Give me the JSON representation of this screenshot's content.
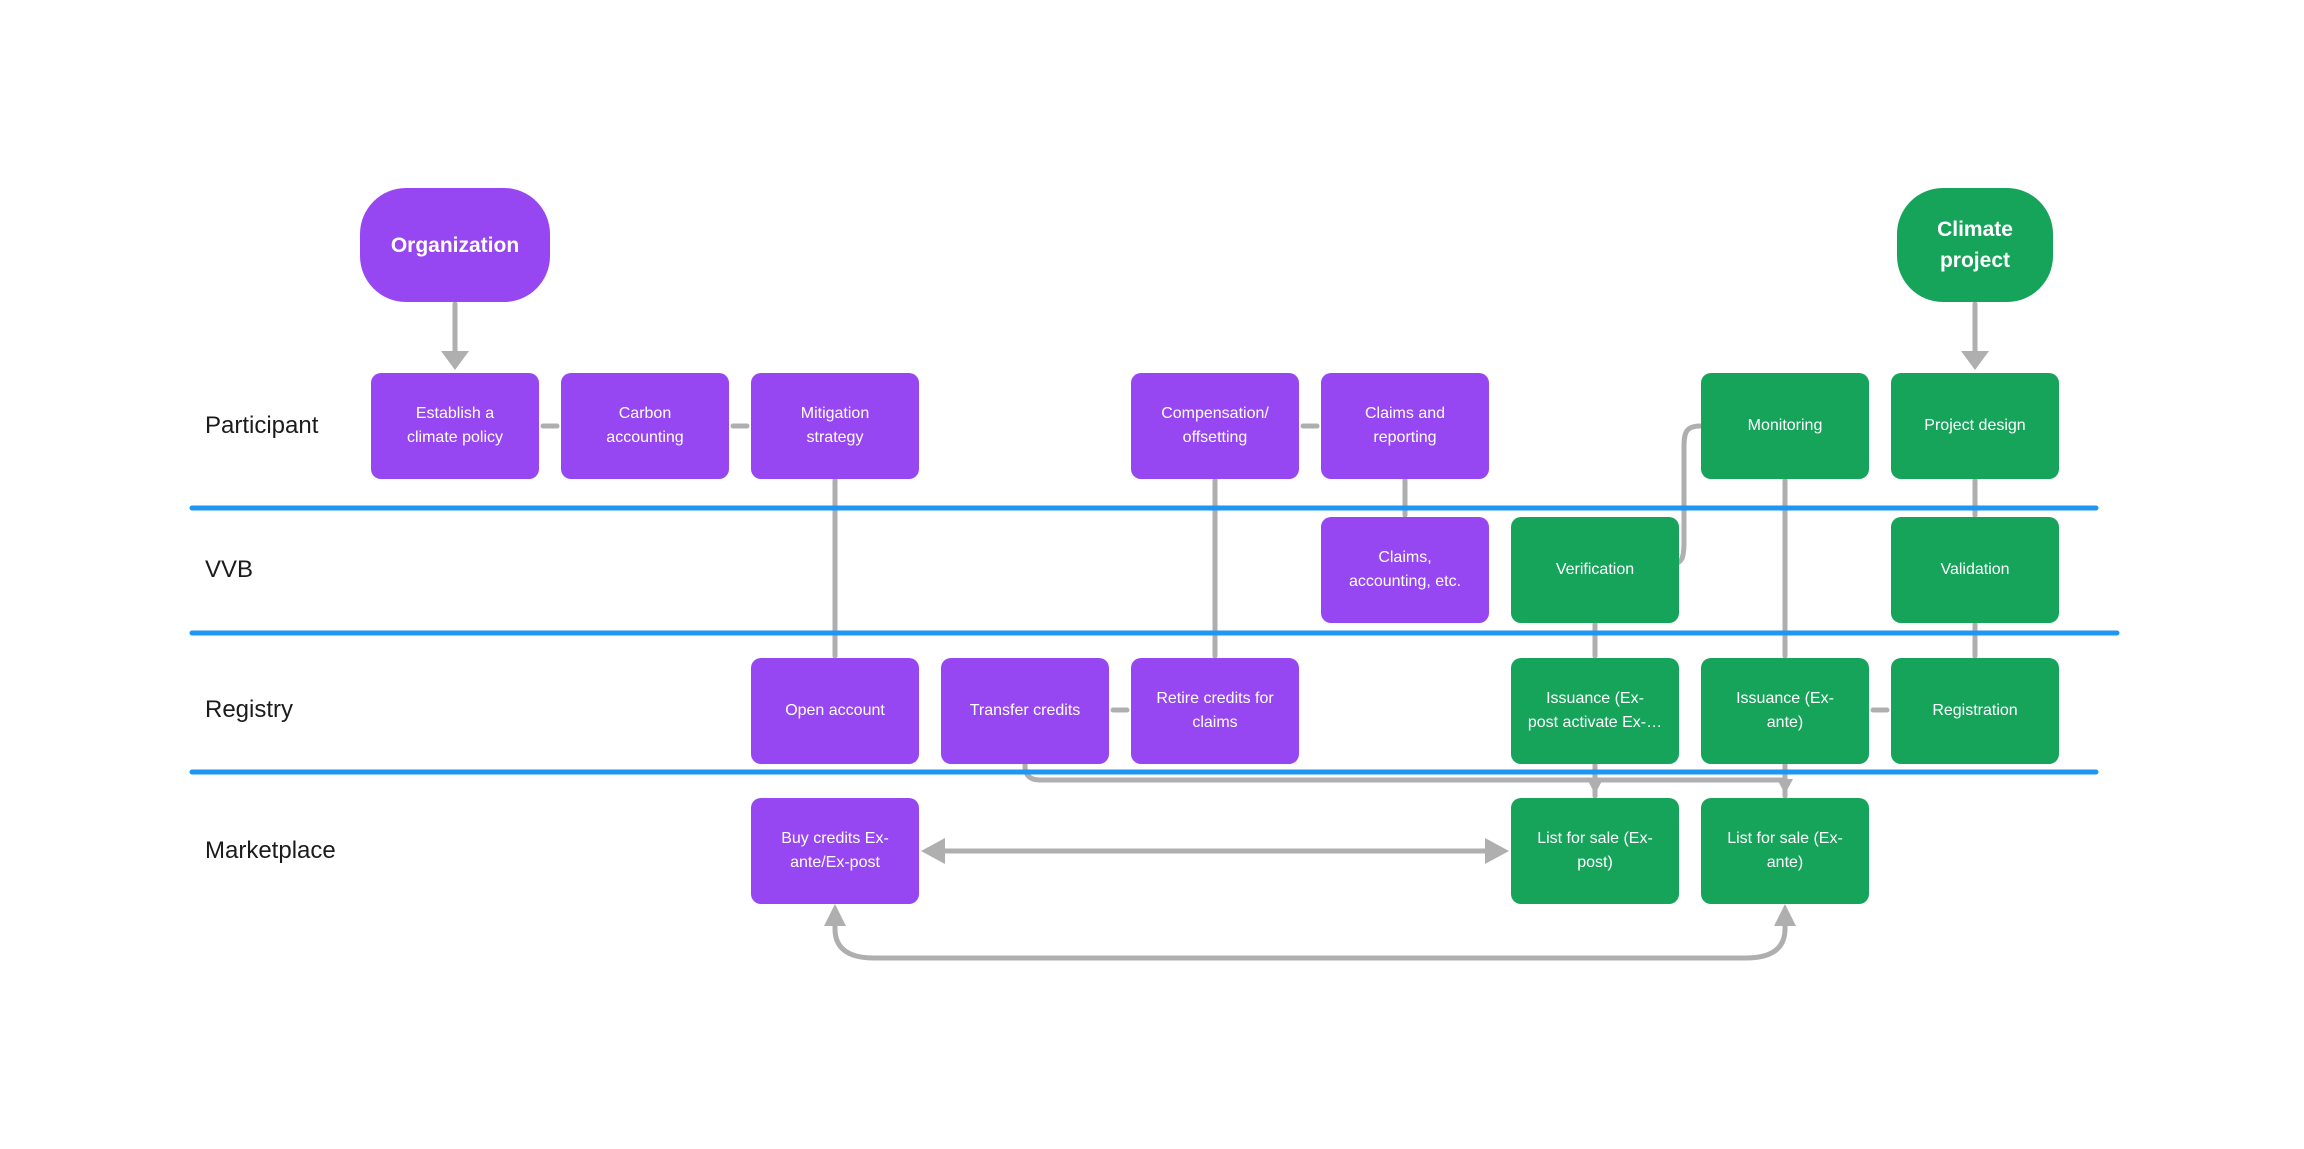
{
  "colors": {
    "node_purple": "#9747F2",
    "node_green": "#16A45B",
    "lane_divider_blue": "#1E96F3",
    "connector_gray": "#AFAFAF",
    "lane_label_text": "#1B1B1B",
    "node_text": "#FFFFFF"
  },
  "pills": {
    "organization": {
      "label": "Organization",
      "color": "purple"
    },
    "climate_project": {
      "label": "Climate\nproject",
      "color": "green"
    }
  },
  "lanes": [
    {
      "label": "Participant"
    },
    {
      "label": "VVB"
    },
    {
      "label": "Registry"
    },
    {
      "label": "Marketplace"
    }
  ],
  "boxes": [
    {
      "id": "establish-climate-policy",
      "label": "Establish a\nclimate policy",
      "color": "purple",
      "lane": "Participant"
    },
    {
      "id": "carbon-accounting",
      "label": "Carbon\naccounting",
      "color": "purple",
      "lane": "Participant"
    },
    {
      "id": "mitigation-strategy",
      "label": "Mitigation\nstrategy",
      "color": "purple",
      "lane": "Participant"
    },
    {
      "id": "compensation-offsetting",
      "label": "Compensation/\noffsetting",
      "color": "purple",
      "lane": "Participant"
    },
    {
      "id": "claims-and-reporting",
      "label": "Claims and\nreporting",
      "color": "purple",
      "lane": "Participant"
    },
    {
      "id": "monitoring",
      "label": "Monitoring",
      "color": "green",
      "lane": "Participant"
    },
    {
      "id": "project-design",
      "label": "Project design",
      "color": "green",
      "lane": "Participant"
    },
    {
      "id": "claims-accounting-etc",
      "label": "Claims,\naccounting, etc.",
      "color": "purple",
      "lane": "VVB"
    },
    {
      "id": "verification",
      "label": "Verification",
      "color": "green",
      "lane": "VVB"
    },
    {
      "id": "validation",
      "label": "Validation",
      "color": "green",
      "lane": "VVB"
    },
    {
      "id": "open-account",
      "label": "Open account",
      "color": "purple",
      "lane": "Registry"
    },
    {
      "id": "transfer-credits",
      "label": "Transfer credits",
      "color": "purple",
      "lane": "Registry"
    },
    {
      "id": "retire-credits-for-claims",
      "label": "Retire credits for\nclaims",
      "color": "purple",
      "lane": "Registry"
    },
    {
      "id": "issuance-ex-post",
      "label": "Issuance (Ex-\npost activate Ex-…",
      "color": "green",
      "lane": "Registry"
    },
    {
      "id": "issuance-ex-ante",
      "label": "Issuance (Ex-\nante)",
      "color": "green",
      "lane": "Registry"
    },
    {
      "id": "registration",
      "label": "Registration",
      "color": "green",
      "lane": "Registry"
    },
    {
      "id": "buy-credits",
      "label": "Buy credits Ex-\nante/Ex-post",
      "color": "purple",
      "lane": "Marketplace"
    },
    {
      "id": "list-for-sale-ex-post",
      "label": "List for sale (Ex-\npost)",
      "color": "green",
      "lane": "Marketplace"
    },
    {
      "id": "list-for-sale-ex-ante",
      "label": "List for sale (Ex-\nante)",
      "color": "green",
      "lane": "Marketplace"
    }
  ],
  "connectors": [
    {
      "from": "organization",
      "to": "establish-climate-policy",
      "style": "arrow-down"
    },
    {
      "from": "climate-project",
      "to": "project-design",
      "style": "arrow-down"
    },
    {
      "from": "establish-climate-policy",
      "to": "carbon-accounting",
      "style": "dash"
    },
    {
      "from": "carbon-accounting",
      "to": "mitigation-strategy",
      "style": "dash"
    },
    {
      "from": "compensation-offsetting",
      "to": "claims-and-reporting",
      "style": "dash"
    },
    {
      "from": "transfer-credits",
      "to": "retire-credits-for-claims",
      "style": "dash"
    },
    {
      "from": "issuance-ex-ante",
      "to": "registration",
      "style": "dash"
    },
    {
      "from": "mitigation-strategy",
      "to": "open-account",
      "style": "line"
    },
    {
      "from": "compensation-offsetting",
      "to": "retire-credits-for-claims",
      "style": "line"
    },
    {
      "from": "claims-and-reporting",
      "to": "claims-accounting-etc",
      "style": "line"
    },
    {
      "from": "monitoring",
      "to": "issuance-ex-ante",
      "style": "line"
    },
    {
      "from": "project-design",
      "to": "validation",
      "style": "line"
    },
    {
      "from": "validation",
      "to": "registration",
      "style": "line"
    },
    {
      "from": "verification",
      "to": "issuance-ex-post",
      "style": "line"
    },
    {
      "from": "issuance-ex-post",
      "to": "list-for-sale-ex-post",
      "style": "line"
    },
    {
      "from": "issuance-ex-ante",
      "to": "list-for-sale-ex-ante",
      "style": "line"
    },
    {
      "from": "monitoring",
      "to": "verification",
      "style": "elbow"
    },
    {
      "from": "transfer-credits",
      "to": "list-for-sale-ex-post",
      "style": "elbow-arrow-down"
    },
    {
      "from": "transfer-credits",
      "to": "list-for-sale-ex-ante",
      "style": "elbow-arrow-down"
    },
    {
      "from": "buy-credits",
      "to": "list-for-sale-ex-post",
      "style": "double-arrow"
    },
    {
      "from": "buy-credits",
      "to": "list-for-sale-ex-ante",
      "style": "curved-double-arrow"
    }
  ]
}
